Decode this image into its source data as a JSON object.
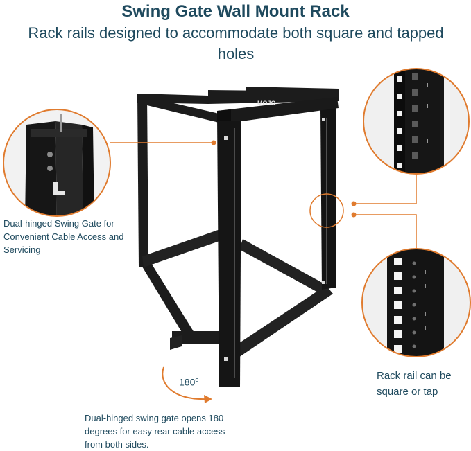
{
  "header": {
    "title": "Swing Gate Wall Mount Rack",
    "subtitle": "Rack rails designed to accommodate both square and tapped holes"
  },
  "product": {
    "brand_logo": "MOJO"
  },
  "callouts": {
    "left_caption": "Dual-hinged Swing Gate for Convenient Cable Access and Servicing",
    "right_caption": "Rack rail can be square or tap",
    "bottom_caption": "Dual-hinged swing gate opens 180 degrees for easy rear cable access from both sides.",
    "rotation_value": "180",
    "rotation_unit": "o"
  },
  "colors": {
    "accent": "#e07b2e",
    "text": "#1f4a5e",
    "rack": "#1c1c1c"
  }
}
